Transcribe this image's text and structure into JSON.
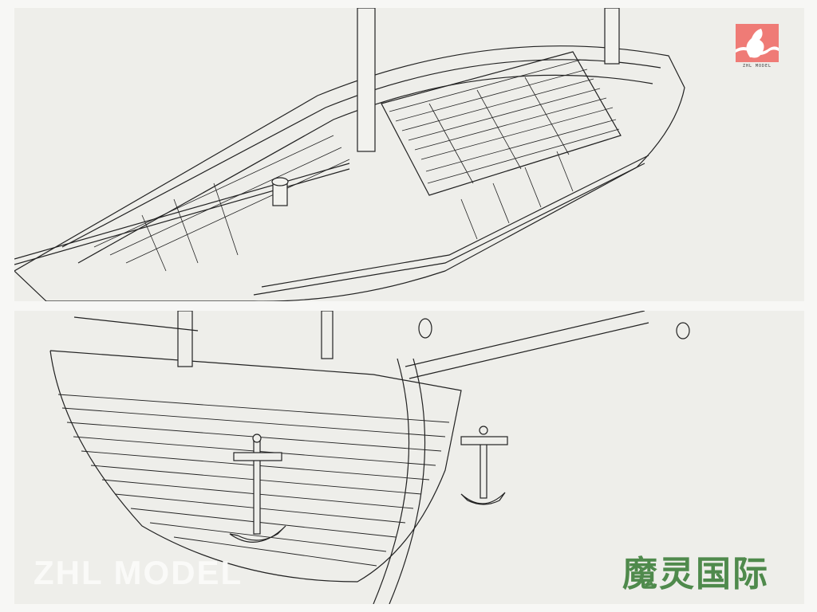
{
  "logo": {
    "icon": "seahorse-logo-icon",
    "caption": "ZHL MODEL",
    "color": "#ef7b76"
  },
  "watermark": {
    "text": "ZHL MODEL"
  },
  "brand": {
    "chinese_name": "魔灵国际",
    "color": "#4f8a4c"
  },
  "panels": [
    {
      "name": "top-view",
      "description": "Line-art of ship deck viewed from above with gratings, mast and rigging"
    },
    {
      "name": "bow-view",
      "description": "Line-art of ship bow hull with planking and two anchors"
    }
  ]
}
